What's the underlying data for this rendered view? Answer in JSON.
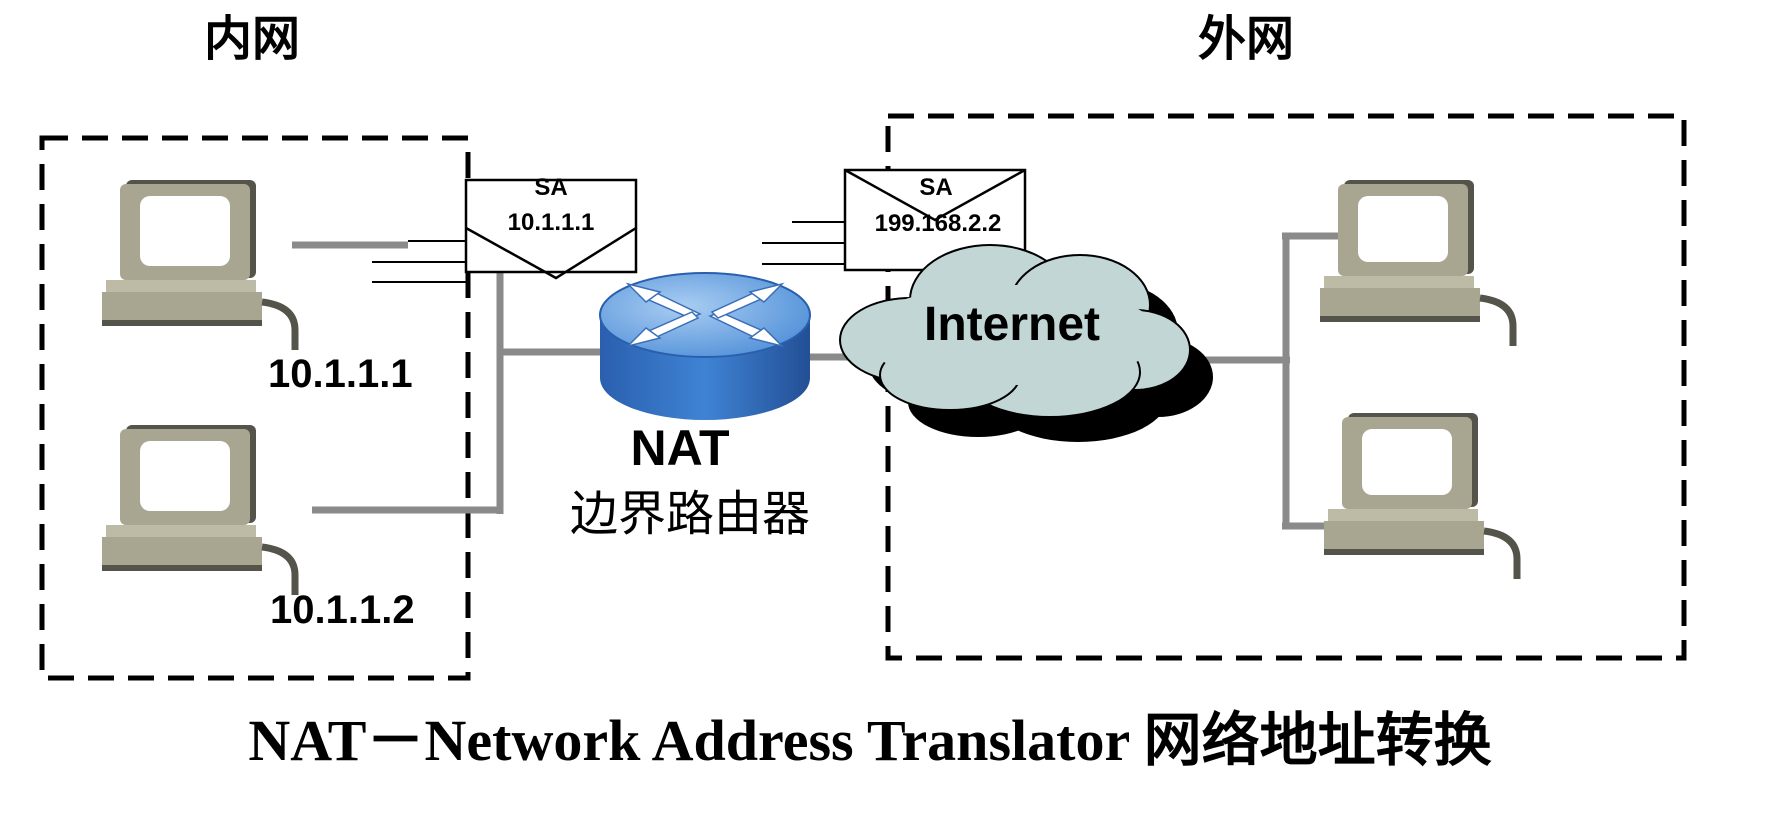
{
  "zones": {
    "inner_label": "内网",
    "outer_label": "外网"
  },
  "hosts": {
    "inner_1_ip": "10.1.1.1",
    "inner_2_ip": "10.1.1.2"
  },
  "packets": {
    "inner": {
      "field": "SA",
      "address": "10.1.1.1"
    },
    "outer": {
      "field": "SA",
      "address": "199.168.2.2"
    }
  },
  "router": {
    "name": "NAT",
    "description": "边界路由器"
  },
  "cloud": {
    "label": "Internet"
  },
  "caption": "NAT－Network Address Translator  网络地址转换",
  "colors": {
    "computer_body": "#a8a590",
    "computer_dark": "#55544a",
    "screen": "#ffffff",
    "wire": "#8a8a8a",
    "router_top": "#6fa6e0",
    "router_side": "#2f6fc0",
    "cloud_fill": "#c2d6d6"
  },
  "icons": {
    "computer": "desktop-computer-icon",
    "router": "router-icon",
    "cloud": "cloud-icon",
    "packet": "envelope-icon"
  }
}
